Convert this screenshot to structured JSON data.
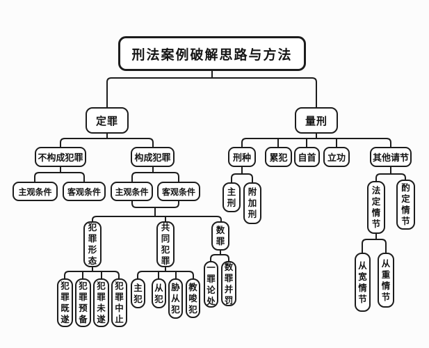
{
  "diagram": {
    "title": "刑法案例破解思路与方法",
    "colors": {
      "line": "#1c1c1c",
      "box_border": "#1c1c1c",
      "box_fill": "#ffffff",
      "text": "#141414",
      "background": "#fcfcfc"
    },
    "nodes": {
      "root": "刑法案例破解思路与方法",
      "conviction": "定罪",
      "sentencing": "量刑",
      "not_crime": "不构成犯罪",
      "crime": "构成犯罪",
      "subj1": "主观条件",
      "obj1": "客观条件",
      "subj2": "主观条件",
      "obj2": "客观条件",
      "penalty_type": "刑种",
      "recidivist": "累犯",
      "surrender": "自首",
      "merit": "立功",
      "other": "其他请节",
      "crime_form": "犯罪形态",
      "joint_crime": "共同犯罪",
      "multi_crime": "数罪",
      "principal_punishment": "主刑",
      "supplementary_punishment": "附加刑",
      "statutory": "法定情节",
      "discretionary": "酌定情节",
      "accomplished": "犯罪既遂",
      "preparation": "犯罪预备",
      "attempt": "犯罪未遂",
      "discontinued": "犯罪中止",
      "principal_offender": "主犯",
      "accessory": "从犯",
      "coerced": "胁从犯",
      "instigator": "教唆犯",
      "one_crime": "一罪论处",
      "combined_punishment": "数罪并罚",
      "lenient": "从宽情节",
      "aggravating": "从重情节"
    },
    "tree": {
      "root": [
        "conviction",
        "sentencing"
      ],
      "conviction": [
        "not_crime",
        "crime"
      ],
      "sentencing": [
        "penalty_type",
        "recidivist",
        "surrender",
        "merit",
        "other"
      ],
      "not_crime": [
        "subj1",
        "obj1"
      ],
      "crime": [
        "subj2",
        "obj2"
      ],
      "subj2_obj2_joint": [
        "crime_form",
        "joint_crime",
        "multi_crime"
      ],
      "penalty_type": [
        "principal_punishment",
        "supplementary_punishment"
      ],
      "other": [
        "statutory",
        "discretionary"
      ],
      "crime_form": [
        "accomplished",
        "preparation",
        "attempt",
        "discontinued"
      ],
      "joint_crime": [
        "principal_offender",
        "accessory",
        "coerced",
        "instigator"
      ],
      "multi_crime": [
        "one_crime",
        "combined_punishment"
      ],
      "statutory": [
        "lenient",
        "aggravating"
      ]
    }
  }
}
